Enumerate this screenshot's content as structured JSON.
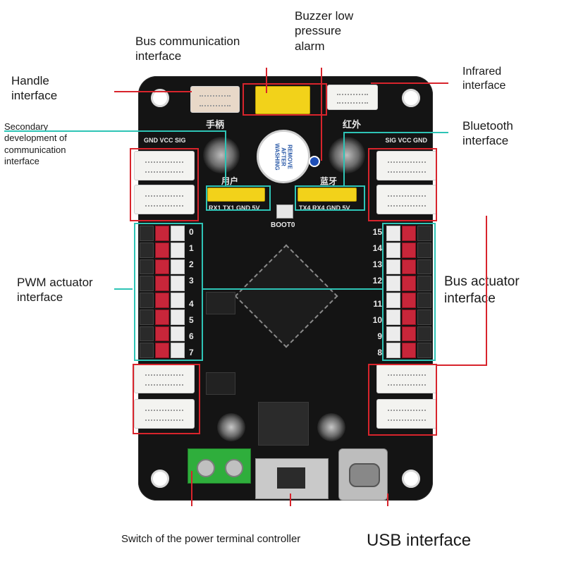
{
  "labels": {
    "handle": "Handle\ninterface",
    "bus_comm": "Bus communication\ninterface",
    "buzzer": "Buzzer low\npressure\nalarm",
    "infrared": "Infrared\ninterface",
    "secondary": "Secondary\ndevelopment of\ncommunication\ninterface",
    "bluetooth": "Bluetooth\ninterface",
    "pwm": "PWM actuator\ninterface",
    "bus_actuator": "Bus actuator\ninterface",
    "switch": "Switch of the power terminal controller",
    "usb": "USB interface"
  },
  "silkscreen": {
    "handle_cn": "手柄",
    "infrared_cn": "红外",
    "user_cn": "用户",
    "bluetooth_cn": "蓝牙",
    "left_header": "GND VCC SIG",
    "right_header": "SIG VCC GND",
    "user_pins": "RX1 TX1 GND 5V",
    "bt_pins": "TX4 RX4 GND 5V",
    "boot": "BOOT0",
    "buzzer_text": "REMOVE AFTER WASHING",
    "left_numbers": [
      "0",
      "1",
      "2",
      "3",
      "4",
      "5",
      "6",
      "7"
    ],
    "right_numbers": [
      "15",
      "14",
      "13",
      "12",
      "11",
      "10",
      "9",
      "8"
    ]
  },
  "colors": {
    "board": "#141414",
    "callout_red": "#d8242c",
    "callout_teal": "#2ec4b6",
    "terminal_green": "#2fae3c",
    "header_yellow": "#f2d21a"
  }
}
